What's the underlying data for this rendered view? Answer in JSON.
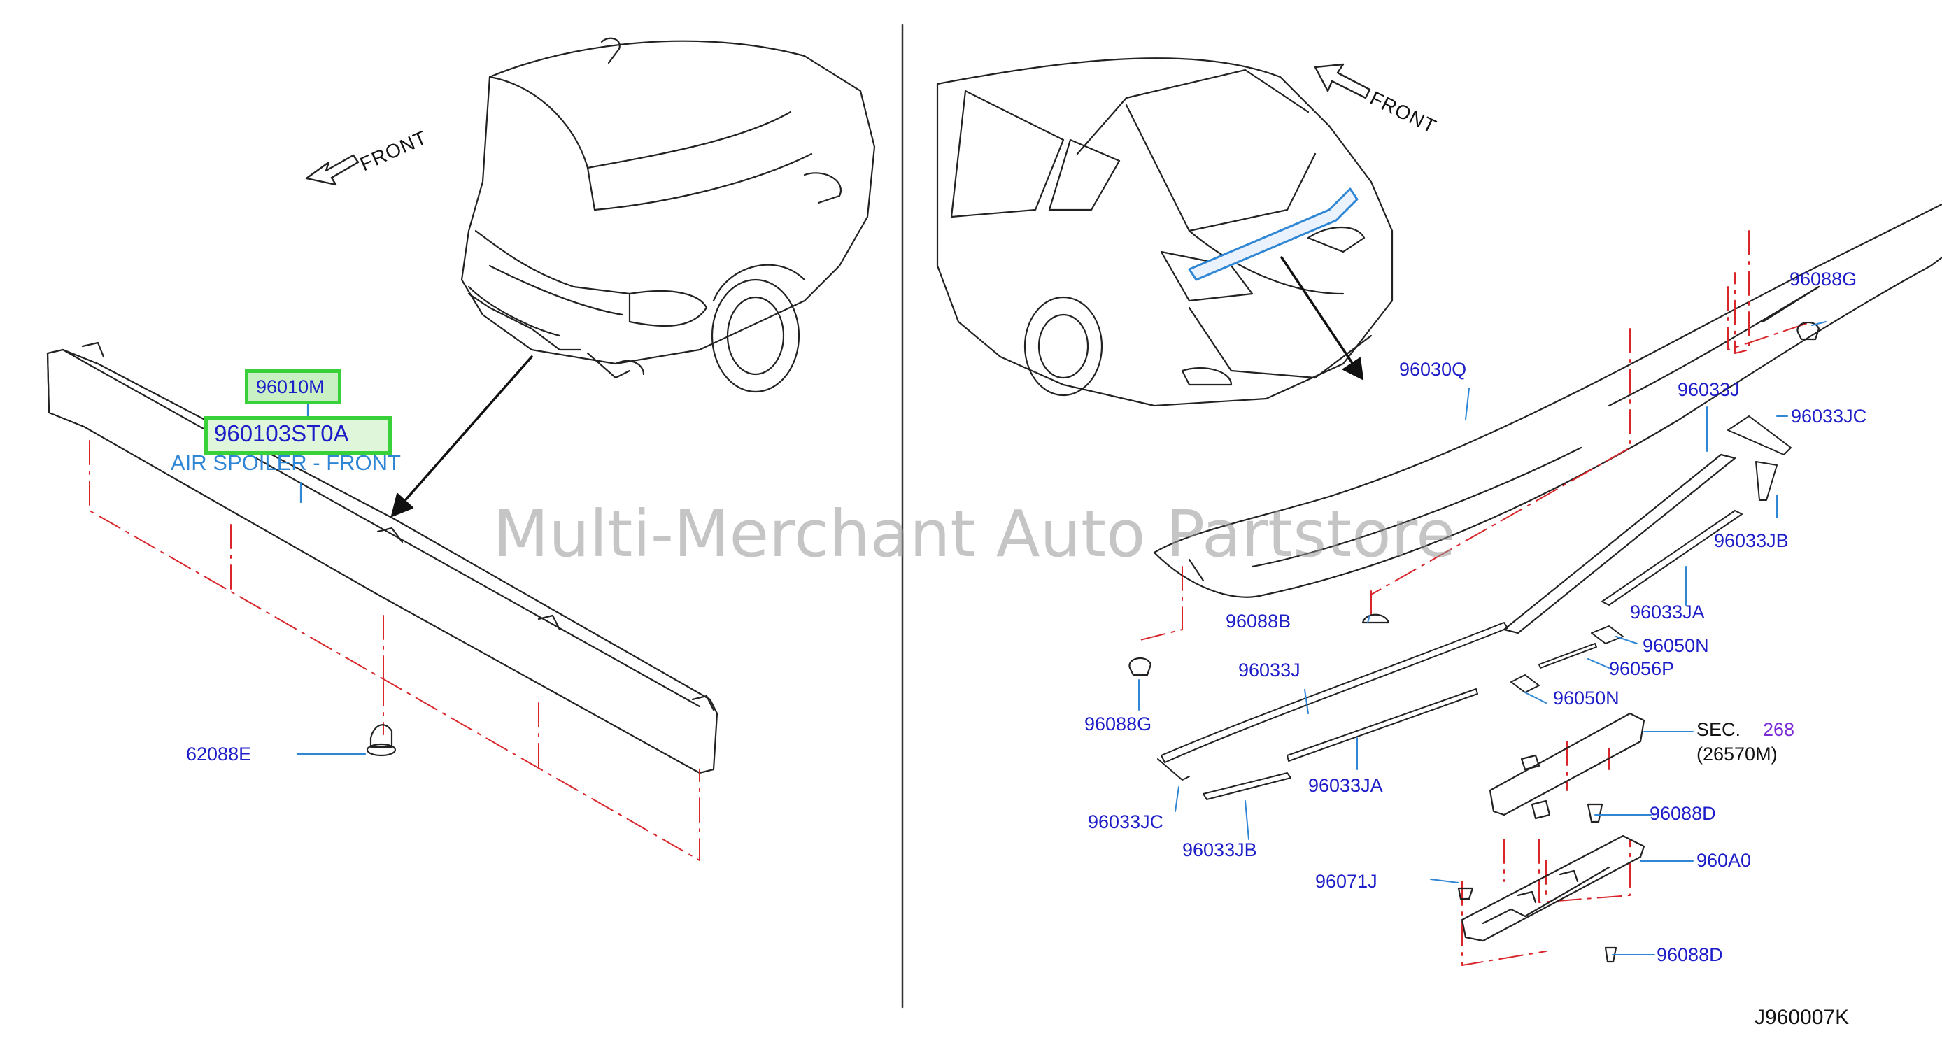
{
  "watermark": "Multi-Merchant Auto Partstore",
  "diagram_code": "J960007K",
  "front_label": "FRONT",
  "left": {
    "highlight_part": "96010M",
    "highlight_code": "960103ST0A",
    "spoiler_label": "AIR SPOILER - FRONT",
    "clip": "62088E"
  },
  "right": {
    "parts": {
      "p96088G": "96088G",
      "p96030Q": "96030Q",
      "p96033J_top": "96033J",
      "p96033JC_top": "96033JC",
      "p96033JB_top": "96033JB",
      "p96033JA_top": "96033JA",
      "p96088B": "96088B",
      "p96050N_a": "96050N",
      "p96056P": "96056P",
      "p96033J_mid": "96033J",
      "p96050N_b": "96050N",
      "p96088G_b": "96088G",
      "sec_label": "SEC.",
      "sec_number": "268",
      "sec_sub": "(26570M)",
      "p96033JA_bot": "96033JA",
      "p96088D_a": "96088D",
      "p96033JC_bot": "96033JC",
      "p96033JB_bot": "96033JB",
      "p960A0": "960A0",
      "p96071J": "96071J",
      "p96088D_b": "96088D"
    }
  },
  "colors": {
    "label_blue": "#1e1ec8",
    "highlight_green": "#38d13a",
    "spoiler_blue": "#2f86d4",
    "dash_red": "#d9262b",
    "sec_purple": "#7a2bd6"
  }
}
